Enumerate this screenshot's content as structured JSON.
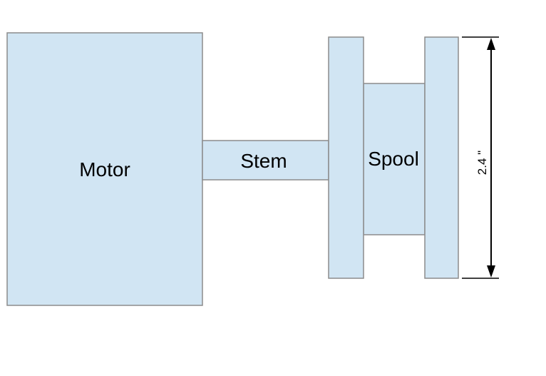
{
  "colors": {
    "part_fill": "#d1e5f3",
    "part_stroke": "#8c8c8c",
    "line": "#000000",
    "background": "#ffffff"
  },
  "parts": {
    "motor": {
      "label": "Motor"
    },
    "stem": {
      "label": "Stem"
    },
    "spool": {
      "label": "Spool"
    }
  },
  "dimension": {
    "label": "2.4 \""
  }
}
